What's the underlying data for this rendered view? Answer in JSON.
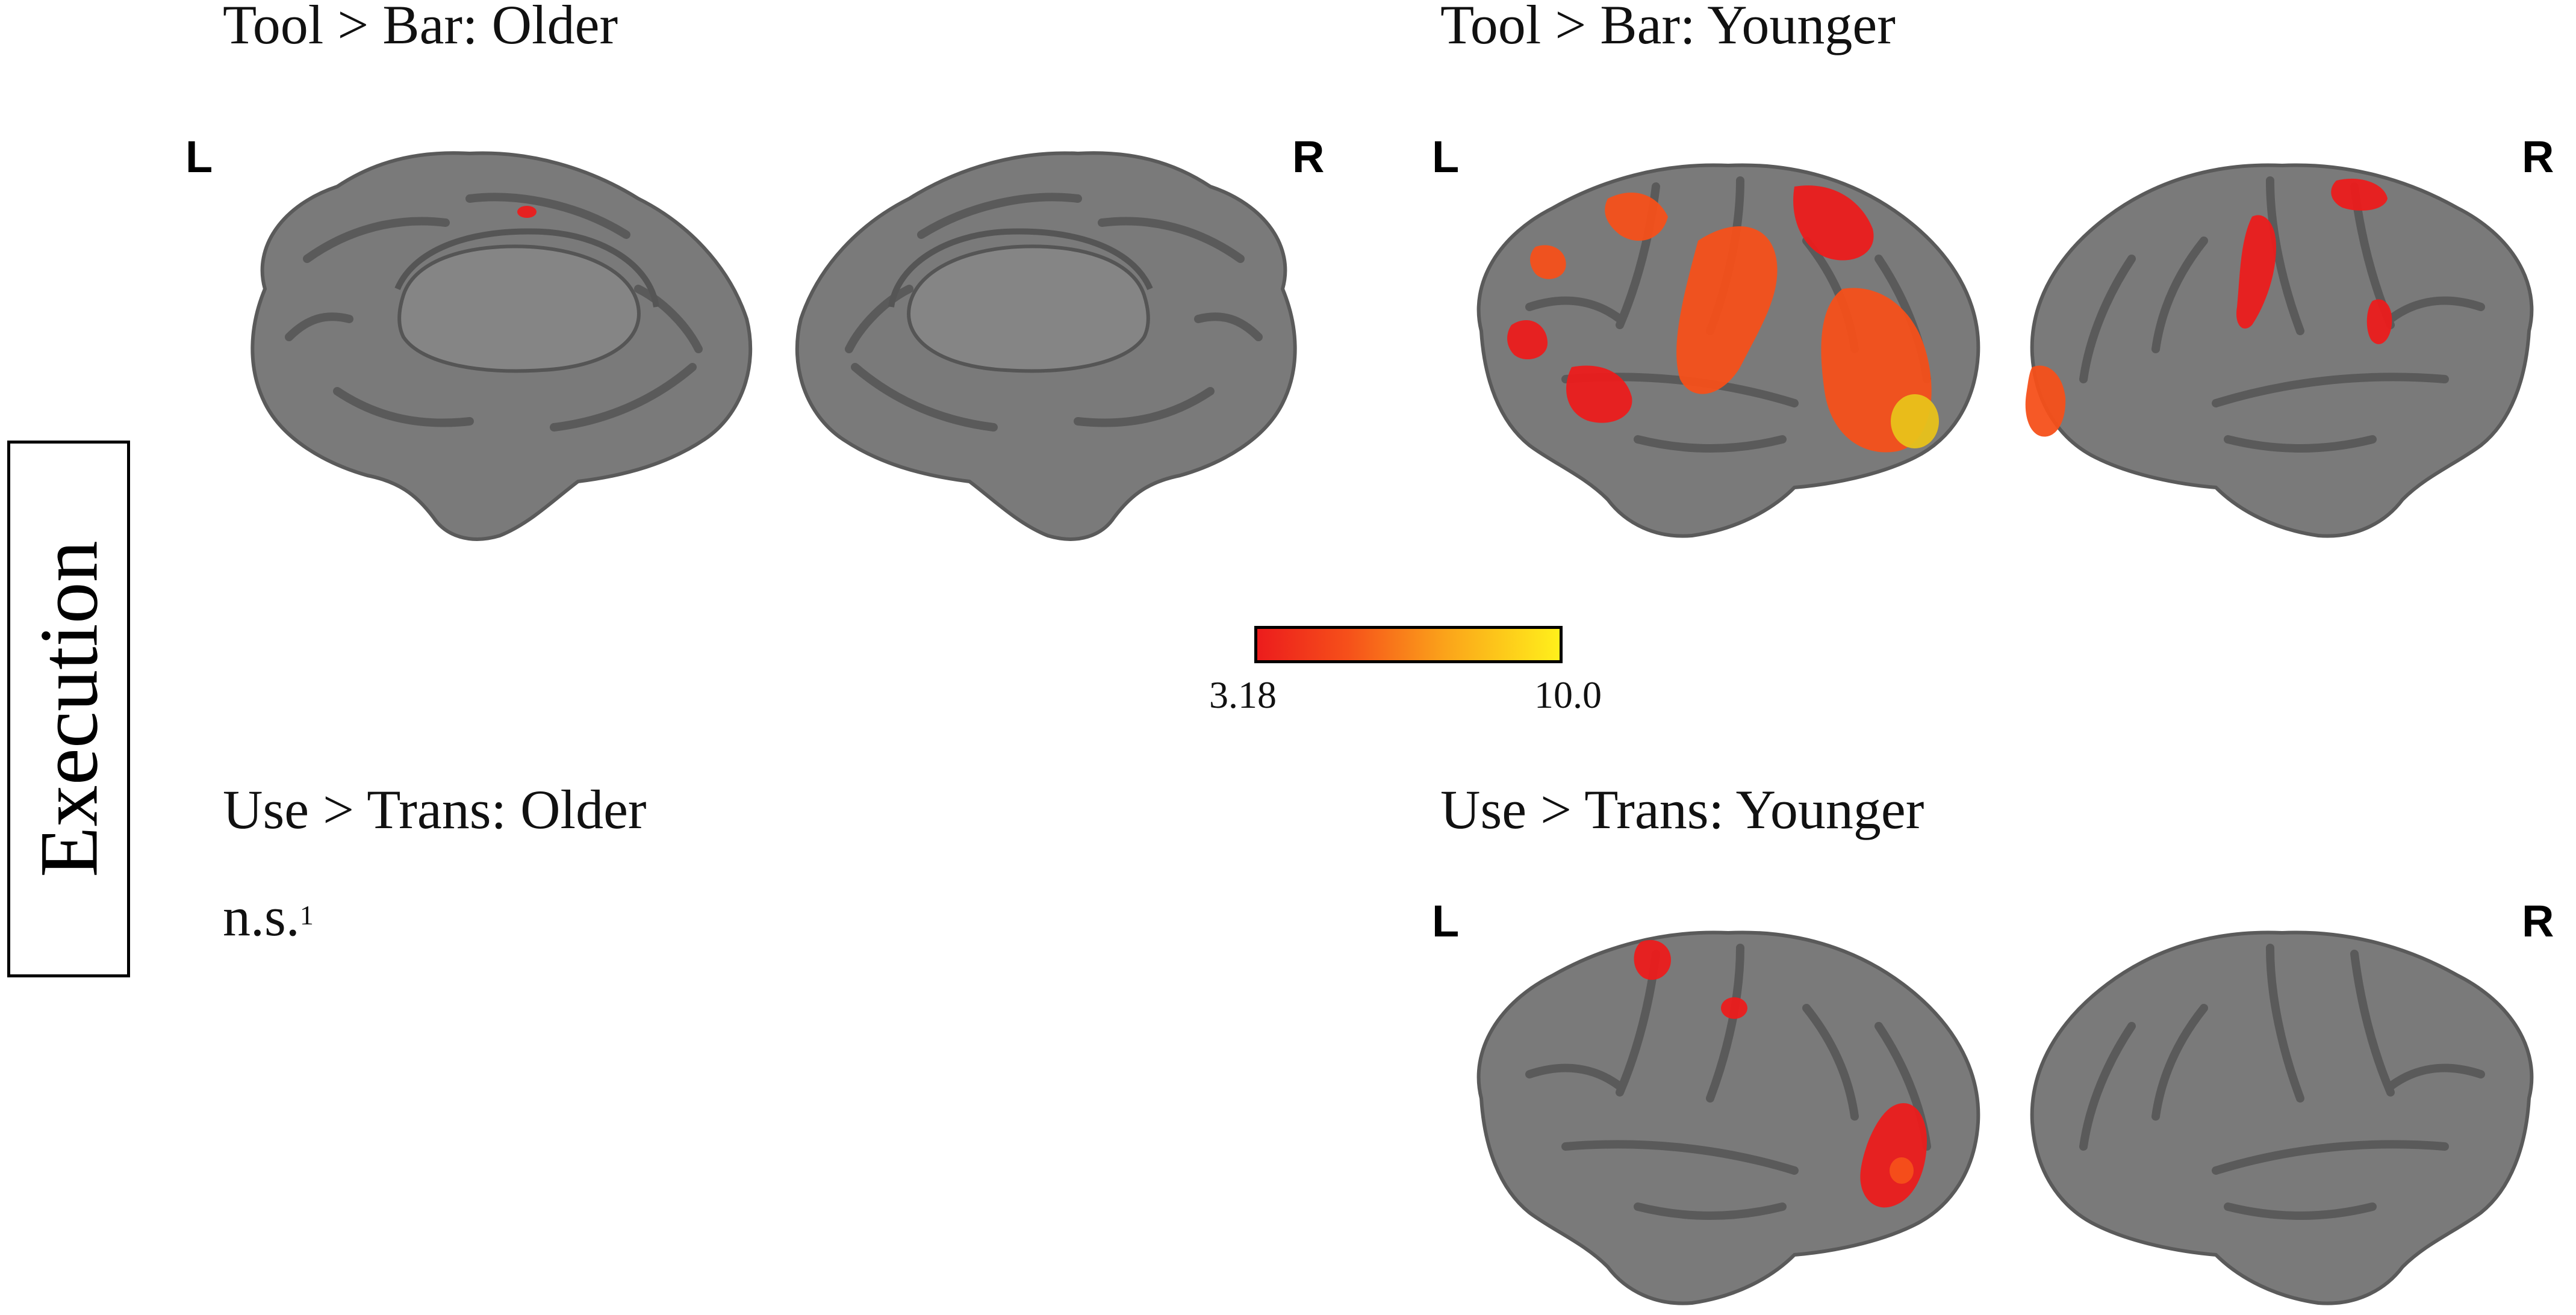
{
  "panels": {
    "tool_bar_older": {
      "title": "Tool > Bar: Older",
      "left_label": "L",
      "right_label": "R"
    },
    "tool_bar_younger": {
      "title": "Tool > Bar: Younger",
      "left_label": "L",
      "right_label": "R"
    },
    "use_trans_older": {
      "title": "Use > Trans: Older",
      "note": "n.s.",
      "note_superscript": "1"
    },
    "use_trans_younger": {
      "title": "Use > Trans: Younger",
      "left_label": "L",
      "right_label": "R"
    }
  },
  "side_label": "Execution",
  "colorbar": {
    "min_label": "3.18",
    "max_label": "10.0",
    "colors": [
      "#ec1c1c",
      "#f6501a",
      "#fba31a",
      "#fff01b"
    ]
  },
  "brain_colors": {
    "surface": "#7a7a7a",
    "sulcus": "#5a5a5a",
    "gyrus_highlight": "#8e8e8e",
    "activation_low": "#ec1c1c",
    "activation_mid": "#f6501a",
    "activation_high": "#e8c21a"
  }
}
